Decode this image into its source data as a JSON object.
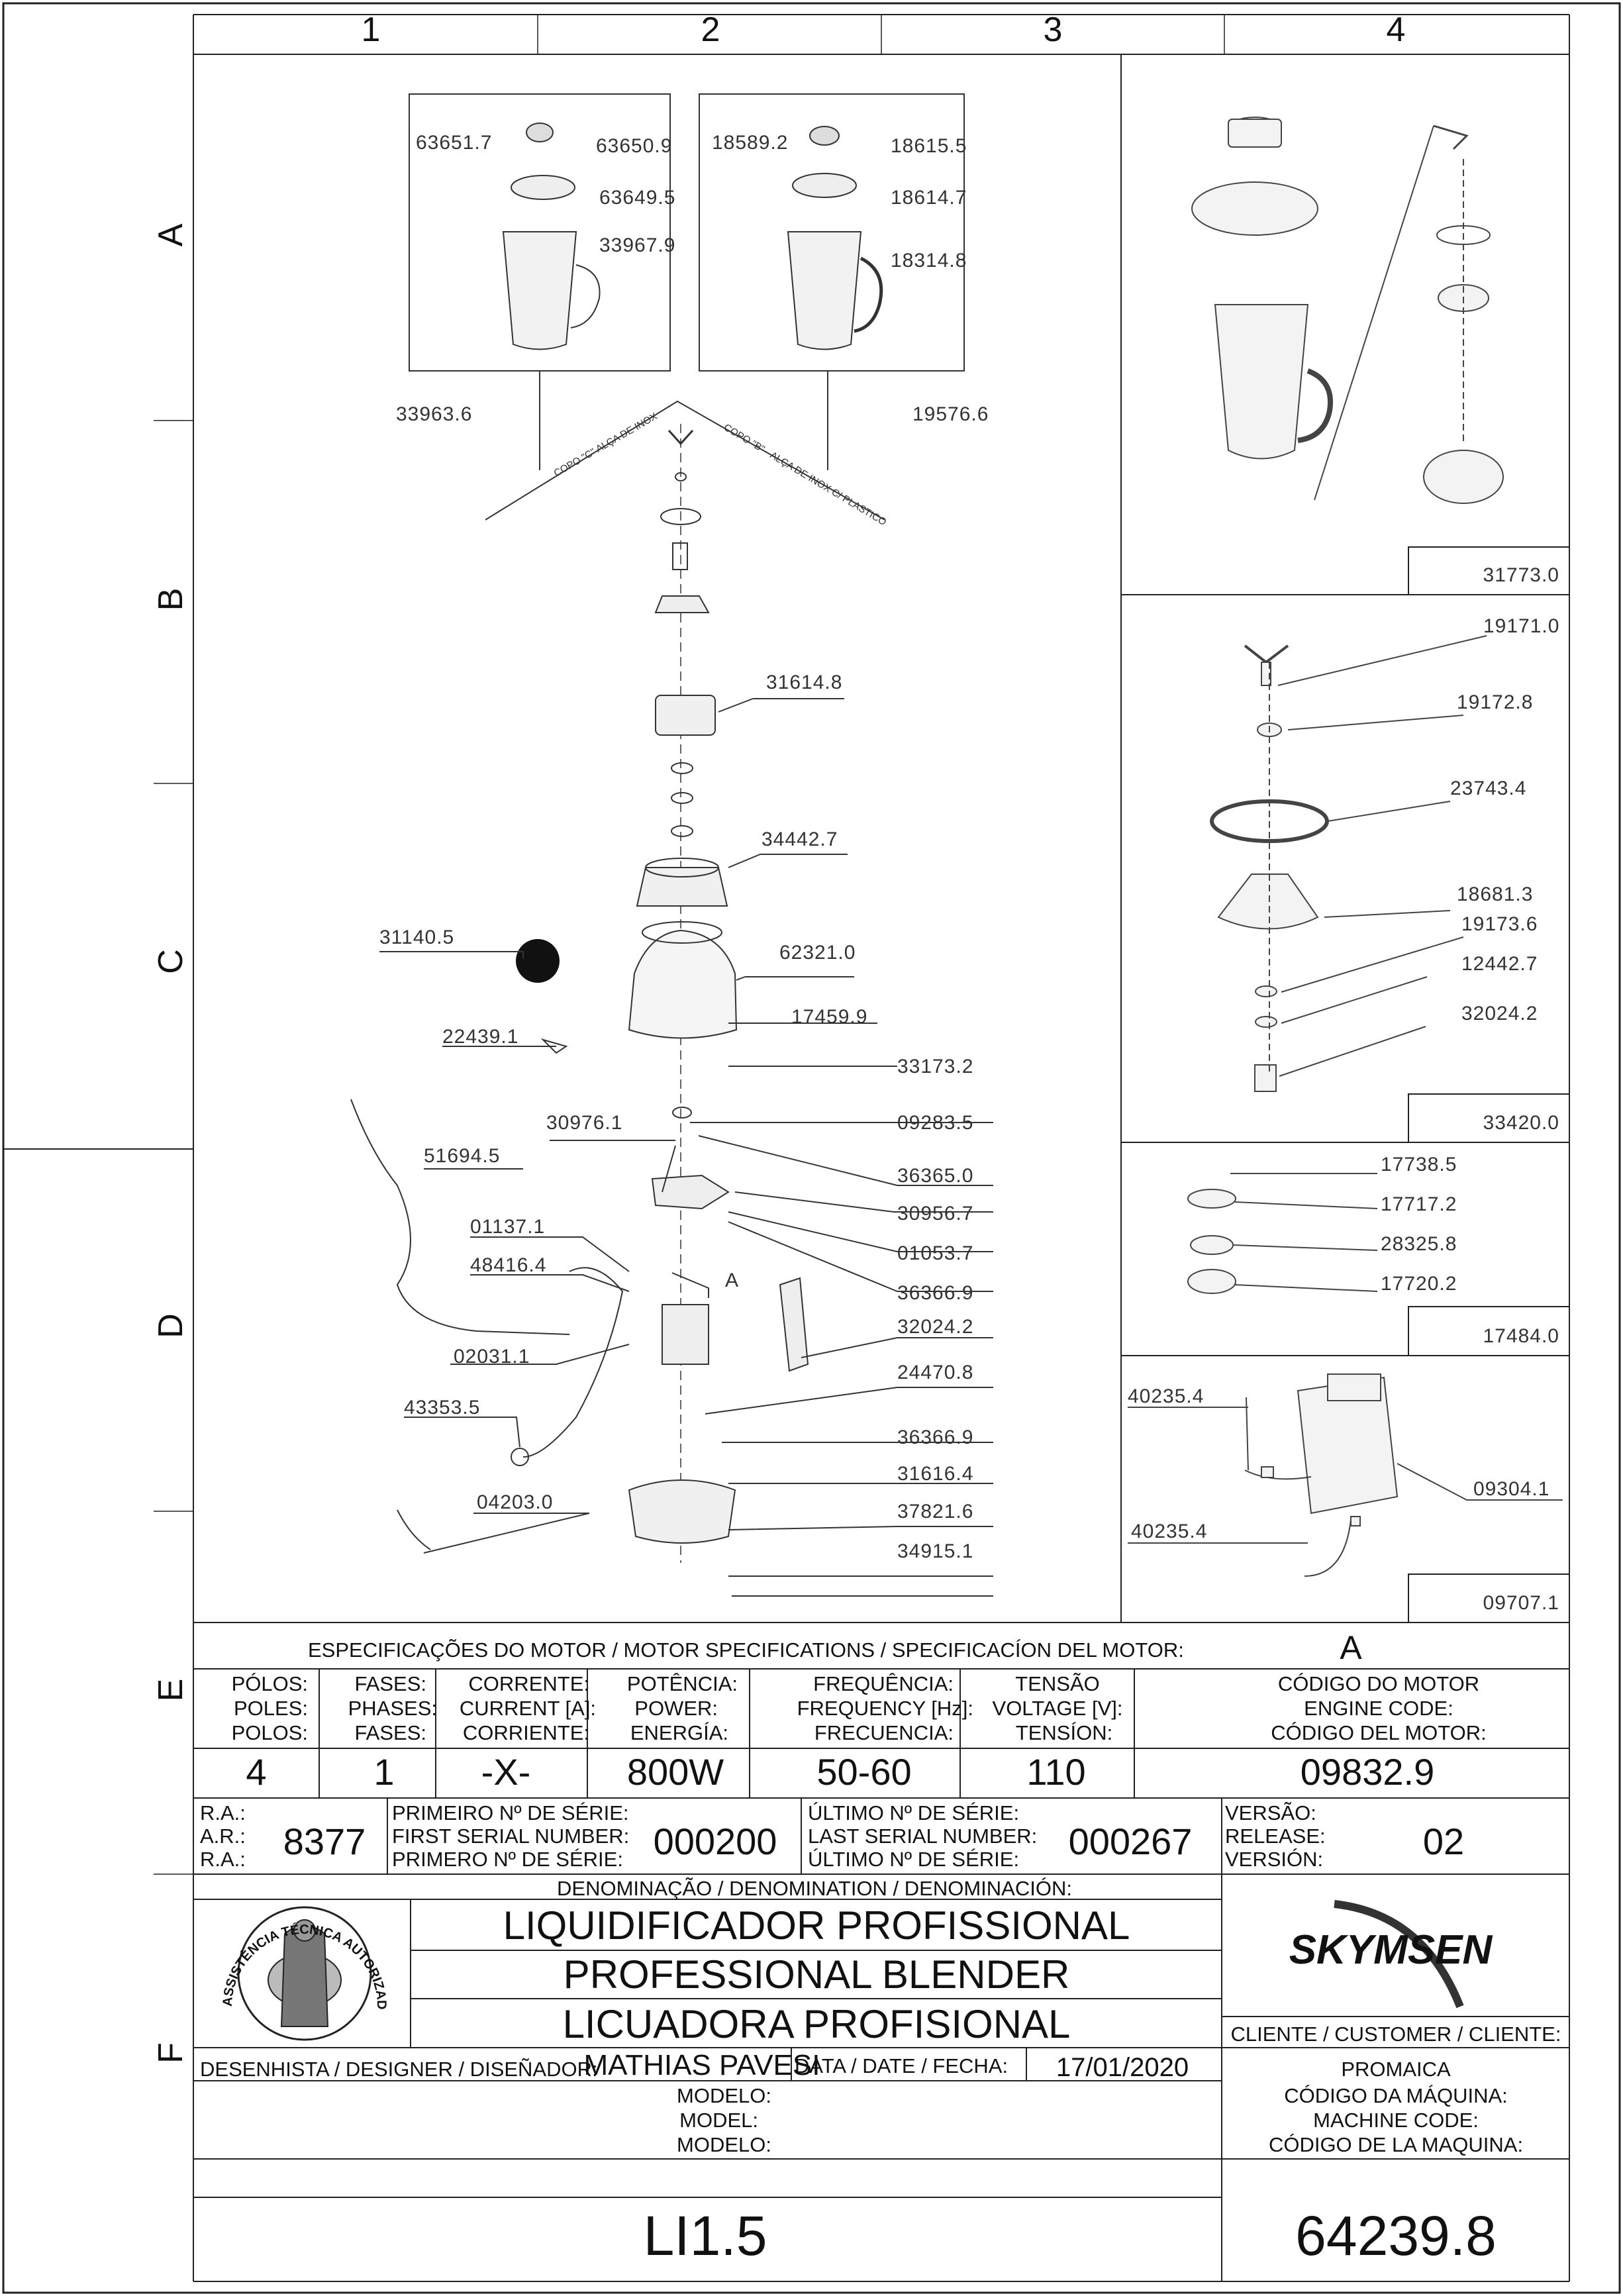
{
  "grid": {
    "columns": [
      "1",
      "2",
      "3",
      "4"
    ],
    "rows": [
      "A",
      "B",
      "C",
      "D",
      "E",
      "F"
    ]
  },
  "diagram": {
    "cup_labels": [
      "COPO \"C\" ALÇA DE INOX",
      "COPO \"B\" - ALÇA DE INOX C/ PLASTICO"
    ],
    "detail_marker": "A",
    "inset1": {
      "parts": [
        "63651.7",
        "63650.9",
        "63649.5",
        "33967.9",
        "33963.6"
      ]
    },
    "inset2": {
      "parts": [
        "18589.2",
        "18615.5",
        "18614.7",
        "18314.8",
        "19576.6"
      ]
    },
    "main_parts": [
      "31614.8",
      "34442.7",
      "31140.5",
      "62321.0",
      "17459.9",
      "22439.1",
      "33173.2",
      "09283.5",
      "30976.1",
      "51694.5",
      "36365.0",
      "30956.7",
      "01137.1",
      "48416.4",
      "01053.7",
      "36366.9",
      "32024.2",
      "02031.1",
      "24470.8",
      "43353.5",
      "36366.9",
      "31616.4",
      "04203.0",
      "37821.6",
      "34915.1"
    ],
    "panel_31773": {
      "code": "31773.0"
    },
    "panel_33420": {
      "code": "33420.0",
      "parts": [
        "19171.0",
        "19172.8",
        "23743.4",
        "18681.3",
        "19173.6",
        "12442.7",
        "32024.2"
      ]
    },
    "panel_17484": {
      "code": "17484.0",
      "parts": [
        "17738.5",
        "17717.2",
        "28325.8",
        "17720.2"
      ]
    },
    "panel_09707": {
      "code": "09707.1",
      "parts": [
        "40235.4",
        "09304.1",
        "40235.4"
      ]
    }
  },
  "specs": {
    "title": "ESPECIFICAÇÕES DO MOTOR / MOTOR SPECIFICATIONS / SPECIFICACÍON DEL MOTOR:",
    "motor_letter": "A",
    "headers": [
      [
        "PÓLOS:",
        "POLES:",
        "POLOS:"
      ],
      [
        "FASES:",
        "PHASES:",
        "FASES:"
      ],
      [
        "CORRENTE:",
        "CURRENT [A]:",
        "CORRIENTE:"
      ],
      [
        "POTÊNCIA:",
        "POWER:",
        "ENERGÍA:"
      ],
      [
        "FREQUÊNCIA:",
        "FREQUENCY [Hz]:",
        "FRECUENCIA:"
      ],
      [
        "TENSÃO",
        "VOLTAGE [V]:",
        "TENSÍON:"
      ],
      [
        "CÓDIGO DO MOTOR",
        "ENGINE CODE:",
        "CÓDIGO DEL MOTOR:"
      ]
    ],
    "values": [
      "4",
      "1",
      "-X-",
      "800W",
      "50-60",
      "110",
      "09832.9"
    ]
  },
  "serial": {
    "ra_labels": [
      "R.A.:",
      "A.R.:",
      "R.A.:"
    ],
    "ra_value": "8377",
    "first_labels": [
      "PRIMEIRO Nº DE SÉRIE:",
      "FIRST SERIAL NUMBER:",
      "PRIMERO Nº DE SÉRIE:"
    ],
    "first_value": "000200",
    "last_labels": [
      "ÚLTIMO Nº DE SÉRIE:",
      "LAST SERIAL NUMBER:",
      "ÚLTIMO Nº DE SÉRIE:"
    ],
    "last_value": "000267",
    "version_labels": [
      "VERSÃO:",
      "RELEASE:",
      "VERSIÓN:"
    ],
    "version_value": "02"
  },
  "denomination": {
    "title": "DENOMINAÇÃO / DENOMINATION / DENOMINACIÓN:",
    "names": [
      "LIQUIDIFICADOR PROFISSIONAL",
      "PROFESSIONAL BLENDER",
      "LICUADORA PROFISIONAL"
    ]
  },
  "seal": {
    "text_top": "ASSISTÊNCIA TÉCNICA AUTORIZADA"
  },
  "brand": {
    "name": "SKYMSEN"
  },
  "client": {
    "label": "CLIENTE / CUSTOMER / CLIENTE:",
    "value": "PROMAICA"
  },
  "designer": {
    "label": "DESENHISTA / DESIGNER / DISEÑADOR:",
    "value": "MATHIAS PAVESI"
  },
  "date": {
    "label": "DATA / DATE / FECHA:",
    "value": "17/01/2020"
  },
  "model": {
    "labels": [
      "MODELO:",
      "MODEL:",
      "MODELO:"
    ],
    "value": "LI1.5"
  },
  "machine": {
    "labels": [
      "CÓDIGO DA MÁQUINA:",
      "MACHINE CODE:",
      "CÓDIGO DE LA MAQUINA:"
    ],
    "value": "64239.8"
  }
}
